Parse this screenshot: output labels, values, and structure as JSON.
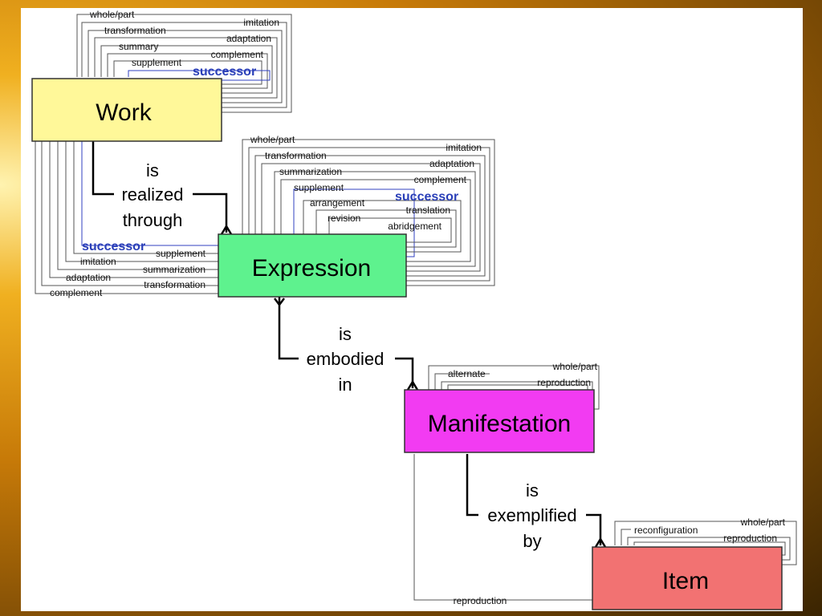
{
  "entities": {
    "work": {
      "label": "Work",
      "color": "#fff899"
    },
    "expression": {
      "label": "Expression",
      "color": "#5ef28e"
    },
    "manifestation": {
      "label": "Manifestation",
      "color": "#f23bf2"
    },
    "item": {
      "label": "Item",
      "color": "#f27272"
    }
  },
  "primary_relations": {
    "work_expression": [
      "is",
      "realized",
      "through"
    ],
    "expression_manifestation": [
      "is",
      "embodied",
      "in"
    ],
    "manifestation_item": [
      "is",
      "exemplified",
      "by"
    ]
  },
  "work_self": {
    "left": [
      "whole/part",
      "transformation",
      "summary",
      "supplement"
    ],
    "right": [
      "imitation",
      "adaptation",
      "complement"
    ],
    "successor": "successor"
  },
  "work_expression_links": {
    "successor": "successor",
    "labels": [
      "supplement",
      "imitation",
      "summarization",
      "adaptation",
      "transformation",
      "complement"
    ]
  },
  "expression_self": {
    "left": [
      "whole/part",
      "transformation",
      "summarization",
      "supplement",
      "arrangement",
      "revision"
    ],
    "right": [
      "imitation",
      "adaptation",
      "complement",
      "translation",
      "abridgement"
    ],
    "successor": "successor"
  },
  "manifestation_self": {
    "left": [
      "alternate"
    ],
    "right": [
      "whole/part",
      "reproduction"
    ]
  },
  "item_self": {
    "left": [
      "reconfiguration"
    ],
    "right": [
      "whole/part",
      "reproduction"
    ]
  },
  "manifestation_item_link": "reproduction"
}
